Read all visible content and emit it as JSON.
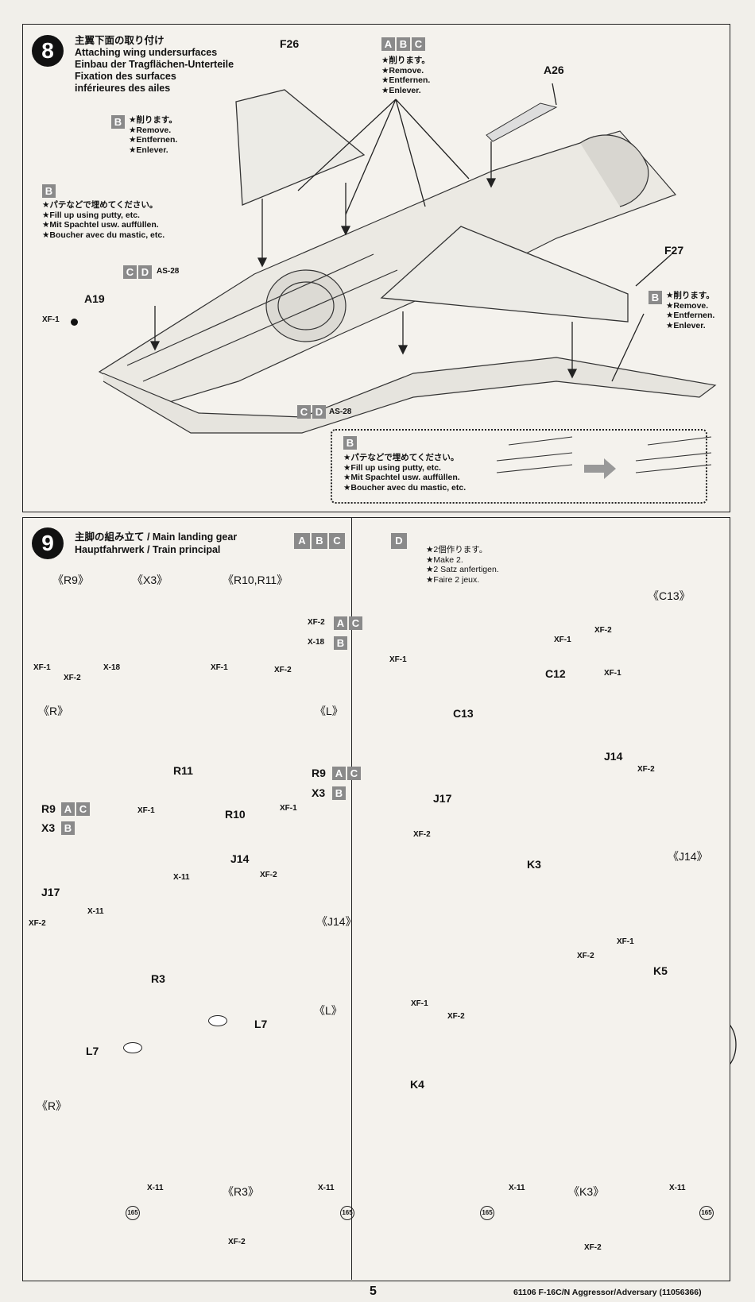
{
  "step8": {
    "number": "8",
    "title_lines": [
      "主翼下面の取り付け",
      "Attaching wing undersurfaces",
      "Einbau der Tragflächen-Unterteile",
      "Fixation des surfaces",
      "inférieures des ailes"
    ],
    "parts": {
      "f26": "F26",
      "a26": "A26",
      "f27": "F27",
      "a19": "A19",
      "xf1": "XF-1",
      "as28_a": "AS-28",
      "as28_b": "AS-28"
    },
    "remove_notes": [
      "★削ります。",
      "★Remove.",
      "★Entfernen.",
      "★Enlever."
    ],
    "remove_notes_abc": [
      "★削ります。",
      "★Remove.",
      "★Entfernen.",
      "★Enlever."
    ],
    "remove_notes_right": [
      "★削ります。",
      "★Remove.",
      "★Entfernen.",
      "★Enlever."
    ],
    "putty_notes": [
      "★パテなどで埋めてください。",
      "★Fill up using putty, etc.",
      "★Mit Spachtel usw. auffüllen.",
      "★Boucher avec du mastic, etc."
    ],
    "putty_box_notes": [
      "★パテなどで埋めてください。",
      "★Fill up using putty, etc.",
      "★Mit Spachtel usw. auffüllen.",
      "★Boucher avec du mastic, etc."
    ],
    "tags": {
      "b": "B",
      "a": "A",
      "c": "C",
      "d": "D"
    }
  },
  "step9": {
    "number": "9",
    "title_lines": [
      "主脚の組み立て / Main landing gear",
      "Hauptfahrwerk / Train principal"
    ],
    "tags": {
      "a": "A",
      "b": "B",
      "c": "C",
      "d": "D"
    },
    "wheel_labels": {
      "r9": "《R9》",
      "x3": "《X3》",
      "r10r11": "《R10,R11》",
      "r": "《R》",
      "l": "《L》",
      "j14": "《J14》",
      "r3": "《R3》",
      "l_low": "《L》",
      "r_low": "《R》"
    },
    "paints": {
      "xf1": "XF-1",
      "xf2": "XF-2",
      "x18": "X-18",
      "x11": "X-11"
    },
    "parts": {
      "r11": "R11",
      "r10": "R10",
      "r9": "R9",
      "x3": "X3",
      "j14": "J14",
      "j17": "J17",
      "r3": "R3",
      "l7": "L7"
    },
    "marker": "165"
  },
  "stepD": {
    "notes": [
      "★2個作ります。",
      "★Make 2.",
      "★2 Satz anfertigen.",
      "★Faire 2 jeux."
    ],
    "parts": {
      "c12": "C12",
      "c13": "C13",
      "c13_view": "《C13》",
      "j14": "J14",
      "j17": "J17",
      "k3": "K3",
      "j14_view": "《J14》",
      "k5": "K5",
      "k4": "K4",
      "k3_view": "《K3》"
    },
    "paints": {
      "xf1": "XF-1",
      "xf2": "XF-2",
      "x11": "X-11"
    }
  },
  "footer": {
    "page": "5",
    "text": "61106  F-16C/N Aggressor/Adversary (11056366)"
  }
}
